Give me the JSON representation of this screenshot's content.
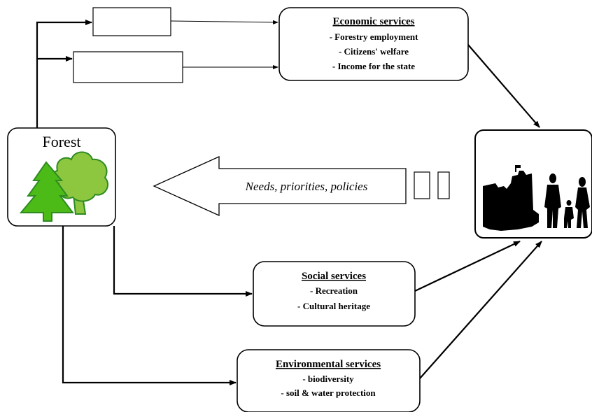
{
  "forest": {
    "label": "Forest",
    "icon": "trees-icon"
  },
  "needs_arrow": {
    "label": "Needs, priorities, policies"
  },
  "economic": {
    "title": "Economic services",
    "items": [
      "- Forestry employment",
      "- Citizens' welfare",
      "- Income for the state"
    ]
  },
  "social": {
    "title": "Social services",
    "items": [
      "- Recreation",
      "- Cultural heritage"
    ]
  },
  "environmental": {
    "title": "Environmental services",
    "items": [
      "- biodiversity",
      "- soil & water protection"
    ]
  },
  "society": {
    "icon": "society-silhouette-icon"
  },
  "colors": {
    "tree_green": "#4cbb17",
    "tree_green_light": "#8dc63f",
    "tree_outline": "#2e8b22",
    "stroke": "#000000"
  }
}
